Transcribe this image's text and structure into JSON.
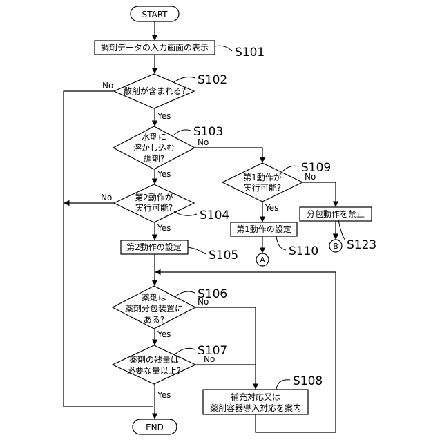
{
  "nodes": {
    "start": "START",
    "s101_box": "調剤データの入力画面の表示",
    "s102_q": "散剤が含まれる?",
    "s103_q1": "水剤に",
    "s103_q2": "溶かし込む",
    "s103_q3": "調剤?",
    "s104_q1": "第2動作が",
    "s104_q2": "実行可能?",
    "s105_box": "第2動作の設定",
    "s106_q1": "薬剤は",
    "s106_q2": "薬剤分包装置に",
    "s106_q3": "ある?",
    "s107_q1": "薬剤の残量は",
    "s107_q2": "必要な量以上?",
    "s108_box1": "補充対応又は",
    "s108_box2": "薬剤容器導入対応を案内",
    "s109_q1": "第1動作が",
    "s109_q2": "実行可能?",
    "s110_box": "第1動作の設定",
    "s123_box": "分包動作を禁止",
    "end": "END",
    "conn_a": "A",
    "conn_b": "B"
  },
  "step_labels": {
    "s101": "S101",
    "s102": "S102",
    "s103": "S103",
    "s104": "S104",
    "s105": "S105",
    "s106": "S106",
    "s107": "S107",
    "s108": "S108",
    "s109": "S109",
    "s110": "S110",
    "s123": "S123"
  },
  "branch_labels": {
    "s102_no": "No",
    "s102_yes": "Yes",
    "s103_no": "No",
    "s103_yes": "Yes",
    "s104_no": "No",
    "s104_yes": "Yes",
    "s106_no": "No",
    "s106_yes": "Yes",
    "s107_no": "No",
    "s107_yes": "Yes",
    "s109_no": "No",
    "s109_yes": "Yes"
  }
}
